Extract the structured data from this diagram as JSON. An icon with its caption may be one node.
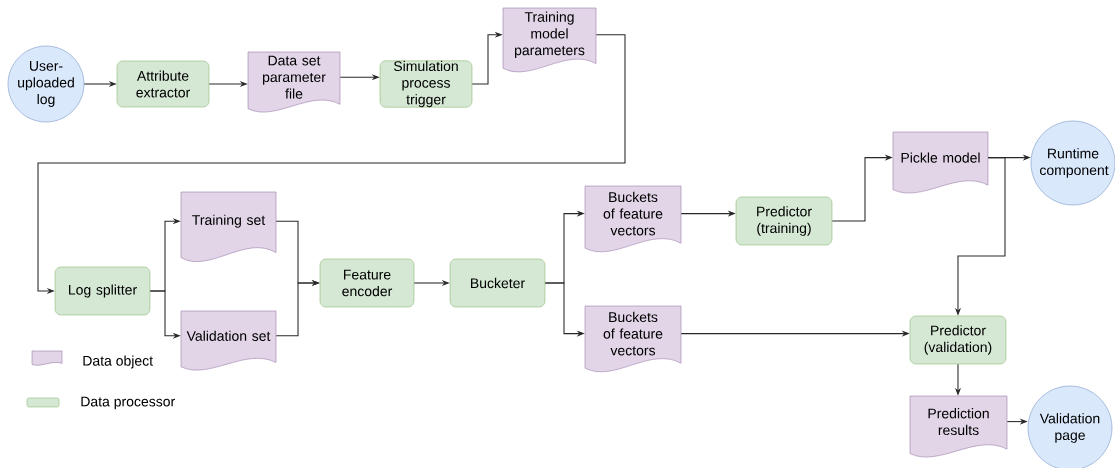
{
  "diagram": {
    "nodes": [
      {
        "text": [
          "User-uploaded log"
        ]
      },
      {
        "text": [
          "Attribute extractor"
        ]
      },
      {
        "text": [
          "Data set parameter file"
        ]
      },
      {
        "text": [
          "Simulation process trigger"
        ]
      },
      {
        "text": [
          "Training model parameters"
        ]
      },
      {
        "text": [
          "Log splitter"
        ]
      },
      {
        "text": [
          "Training set"
        ]
      },
      {
        "text": [
          "Validation set"
        ]
      },
      {
        "text": [
          "Feature encoder"
        ]
      },
      {
        "text": [
          "Bucketer"
        ]
      },
      {
        "text": [
          "Buckets of feature vectors"
        ]
      },
      {
        "text": [
          "Predictor (training)"
        ]
      },
      {
        "text": [
          "Pickle model"
        ]
      },
      {
        "text": [
          "Runtime component"
        ]
      },
      {
        "text": [
          "Buckets of feature vectors"
        ]
      },
      {
        "text": [
          "Predictor (validation)"
        ]
      },
      {
        "text": [
          "Prediction results"
        ]
      },
      {
        "text": [
          "Validation page"
        ]
      }
    ],
    "edges": [
      {
        "from": 0,
        "to": 1,
        "arrow": "to"
      },
      {
        "from": 1,
        "to": 2,
        "arrow": "to"
      },
      {
        "from": 2,
        "to": 3,
        "arrow": "to"
      },
      {
        "from": 3,
        "to": 4,
        "arrow": "to"
      },
      {
        "from": 4,
        "to": 5,
        "arrow": "to"
      },
      {
        "from": 5,
        "to": 6,
        "arrow": "to"
      },
      {
        "from": 5,
        "to": 7,
        "arrow": "to"
      },
      {
        "from": 6,
        "to": 8,
        "arrow": "to"
      },
      {
        "from": 7,
        "to": 8,
        "arrow": "to"
      },
      {
        "from": 8,
        "to": 9,
        "arrow": "to"
      },
      {
        "from": 9,
        "to": 10,
        "arrow": "to"
      },
      {
        "from": 9,
        "to": 14,
        "arrow": "to"
      },
      {
        "from": 10,
        "to": 11,
        "arrow": "to"
      },
      {
        "from": 11,
        "to": 12,
        "arrow": "to"
      },
      {
        "from": 12,
        "to": 13,
        "arrow": "to"
      },
      {
        "from": 12,
        "to": 15,
        "arrow": "to"
      },
      {
        "from": 14,
        "to": 15,
        "arrow": "to"
      },
      {
        "from": 15,
        "to": 16,
        "arrow": "to"
      },
      {
        "from": 16,
        "to": 17,
        "arrow": "to"
      }
    ],
    "legend": [
      {
        "text": "Data object",
        "color": "#e1d5e7"
      },
      {
        "text": "Data processor",
        "color": "#d5e8d4"
      }
    ]
  }
}
